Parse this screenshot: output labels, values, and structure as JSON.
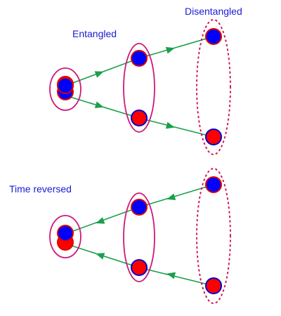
{
  "labels": {
    "disentangled": "Disentangled",
    "entangled": "Entangled",
    "time_reversed": "Time reversed"
  },
  "colors": {
    "label_text": "#1a1ad6",
    "blue_particle": "#0000ff",
    "red_particle": "#ff0000",
    "particle_outline_blue": "#0000cc",
    "particle_outline_red": "#e00000",
    "arrow": "#1aa04a",
    "solid_ellipse": "#cc1a7a",
    "dotted_ellipse": "#d4145a"
  },
  "icons": {
    "flow_arrow": "green-arrowhead",
    "particle_blue": "blue-ball-red-outline",
    "particle_red": "red-ball-blue-outline"
  }
}
